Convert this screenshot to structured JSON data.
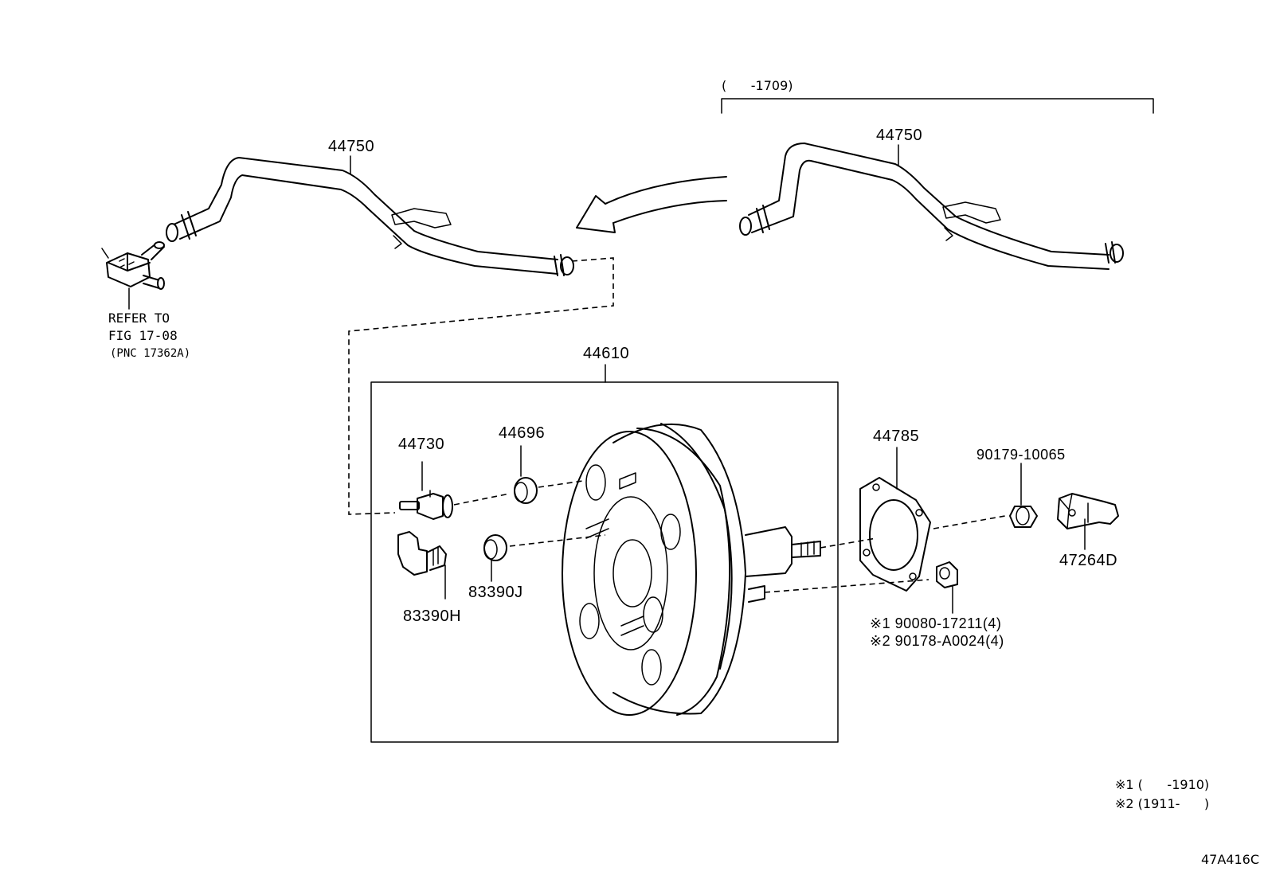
{
  "diagram": {
    "labels": {
      "hose_left": "44750",
      "hose_right": "44750",
      "range_bracket": "(      -1709)",
      "refer_line1": "REFER TO",
      "refer_line2": "FIG 17-08",
      "refer_line3": "(PNC 17362A)",
      "booster_assy": "44610",
      "check_valve": "44730",
      "grommet_upper": "44696",
      "sensor": "83390H",
      "grommet_lower": "83390J",
      "gasket": "44785",
      "nut_upper": "90179-10065",
      "bracket": "47264D",
      "nut_lower_1": "※1 90080-17211(4)",
      "nut_lower_2": "※2 90178-A0024(4)",
      "footnote_1": "※1 (      -1910)",
      "footnote_2": "※2 (1911-      )",
      "figure_code": "47A416C"
    }
  }
}
